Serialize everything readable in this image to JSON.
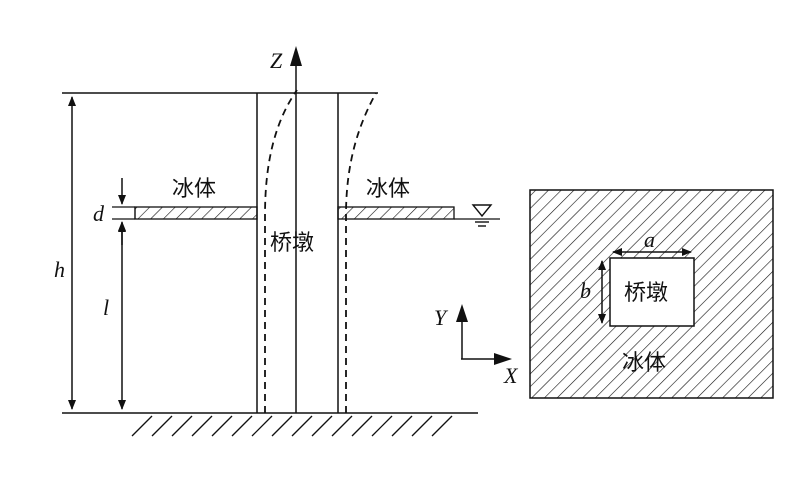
{
  "elevation": {
    "axis_z": "Z",
    "dim_h": "h",
    "dim_d": "d",
    "dim_l": "l",
    "ice_left": "冰体",
    "ice_right": "冰体",
    "pier": "桥墩"
  },
  "plan": {
    "axis_y": "Y",
    "axis_x": "X",
    "dim_a": "a",
    "dim_b": "b",
    "pier": "桥墩",
    "ice": "冰体"
  }
}
